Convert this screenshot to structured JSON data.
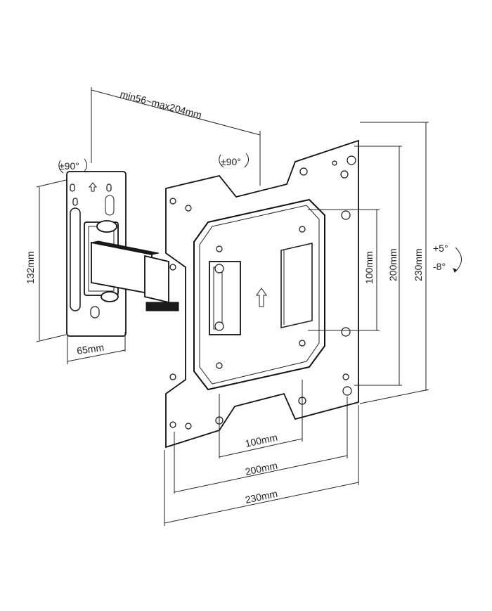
{
  "dimensions": {
    "arm_extension": "min56~max204mm",
    "swivel_left": "±90°",
    "swivel_right": "±90°",
    "wall_plate_height": "132mm",
    "wall_plate_width": "65mm",
    "vesa_inner_vertical": "100mm",
    "vesa_middle_vertical": "200mm",
    "plate_total_height": "230mm",
    "vesa_inner_horizontal": "100mm",
    "vesa_middle_horizontal": "200mm",
    "plate_total_width": "230mm",
    "tilt_up": "+5°",
    "tilt_down": "-8°"
  },
  "colors": {
    "line": "#222222",
    "fill": "#ffffff",
    "dark": "#1a1a1a"
  }
}
